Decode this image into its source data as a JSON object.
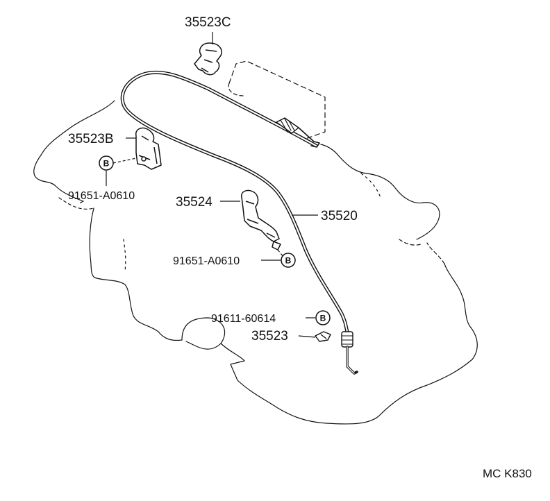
{
  "parts": {
    "p35523c": "35523C",
    "p35523b": "35523B",
    "p91651_upper": "91651-A0610",
    "p35524": "35524",
    "p35520": "35520",
    "p91651_lower": "91651-A0610",
    "p91611": "91611-60614",
    "p35523": "35523"
  },
  "bolt_symbol": "B",
  "footer": {
    "diagram_code": "MC K830"
  },
  "colors": {
    "line": "#111111",
    "background": "#ffffff"
  }
}
